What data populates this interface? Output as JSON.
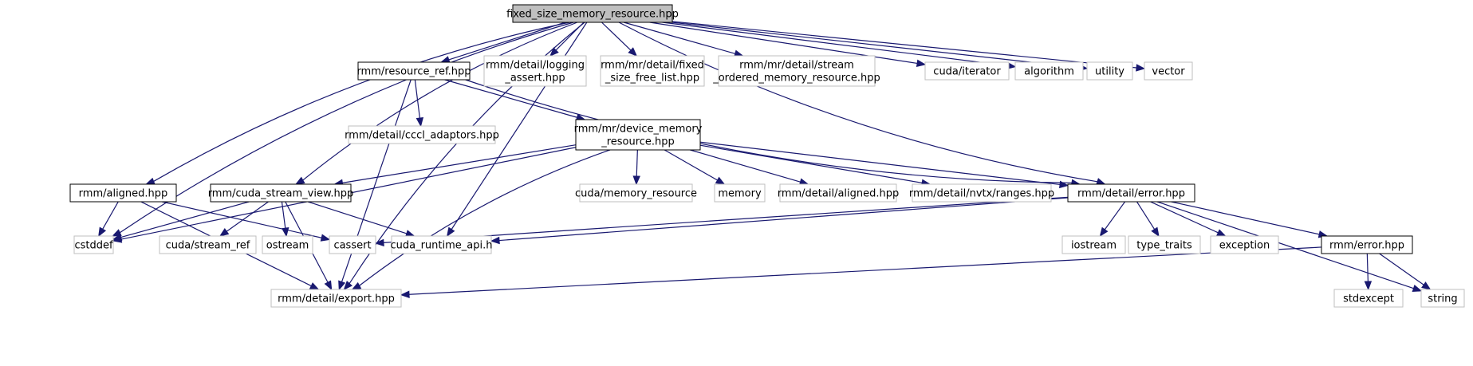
{
  "title": "fixed_size_memory_resource.hpp include dependency graph",
  "colors": {
    "edge": "#191970",
    "root_fill": "#bfbfbf",
    "documented_border": "#000000",
    "external_border": "#bfbfbf"
  },
  "nodes": [
    {
      "id": "root",
      "lines": [
        "fixed_size_memory_resource.hpp"
      ],
      "kind": "root"
    },
    {
      "id": "resource_ref",
      "lines": [
        "rmm/resource_ref.hpp"
      ],
      "kind": "doc"
    },
    {
      "id": "logging_assert",
      "lines": [
        "rmm/detail/logging",
        "_assert.hpp"
      ],
      "kind": "ext"
    },
    {
      "id": "fixed_size_free_list",
      "lines": [
        "rmm/mr/detail/fixed",
        "_size_free_list.hpp"
      ],
      "kind": "ext"
    },
    {
      "id": "stream_ordered",
      "lines": [
        "rmm/mr/detail/stream",
        "_ordered_memory_resource.hpp"
      ],
      "kind": "ext"
    },
    {
      "id": "cuda_iterator",
      "lines": [
        "cuda/iterator"
      ],
      "kind": "ext"
    },
    {
      "id": "algorithm",
      "lines": [
        "algorithm"
      ],
      "kind": "ext"
    },
    {
      "id": "utility",
      "lines": [
        "utility"
      ],
      "kind": "ext"
    },
    {
      "id": "vector",
      "lines": [
        "vector"
      ],
      "kind": "ext"
    },
    {
      "id": "cccl_adaptors",
      "lines": [
        "rmm/detail/cccl_adaptors.hpp"
      ],
      "kind": "ext"
    },
    {
      "id": "device_memory_resource",
      "lines": [
        "rmm/mr/device_memory",
        "_resource.hpp"
      ],
      "kind": "doc"
    },
    {
      "id": "aligned",
      "lines": [
        "rmm/aligned.hpp"
      ],
      "kind": "doc"
    },
    {
      "id": "cuda_stream_view",
      "lines": [
        "rmm/cuda_stream_view.hpp"
      ],
      "kind": "doc"
    },
    {
      "id": "cuda_memory_resource",
      "lines": [
        "cuda/memory_resource"
      ],
      "kind": "ext"
    },
    {
      "id": "memory",
      "lines": [
        "memory"
      ],
      "kind": "ext"
    },
    {
      "id": "detail_aligned",
      "lines": [
        "rmm/detail/aligned.hpp"
      ],
      "kind": "ext"
    },
    {
      "id": "nvtx_ranges",
      "lines": [
        "rmm/detail/nvtx/ranges.hpp"
      ],
      "kind": "ext"
    },
    {
      "id": "detail_error",
      "lines": [
        "rmm/detail/error.hpp"
      ],
      "kind": "doc"
    },
    {
      "id": "cstddef",
      "lines": [
        "cstddef"
      ],
      "kind": "ext"
    },
    {
      "id": "cuda_stream_ref",
      "lines": [
        "cuda/stream_ref"
      ],
      "kind": "ext"
    },
    {
      "id": "ostream",
      "lines": [
        "ostream"
      ],
      "kind": "ext"
    },
    {
      "id": "cassert",
      "lines": [
        "cassert"
      ],
      "kind": "ext"
    },
    {
      "id": "cuda_runtime_api",
      "lines": [
        "cuda_runtime_api.h"
      ],
      "kind": "ext"
    },
    {
      "id": "iostream",
      "lines": [
        "iostream"
      ],
      "kind": "ext"
    },
    {
      "id": "type_traits",
      "lines": [
        "type_traits"
      ],
      "kind": "ext"
    },
    {
      "id": "exception",
      "lines": [
        "exception"
      ],
      "kind": "ext"
    },
    {
      "id": "rmm_error",
      "lines": [
        "rmm/error.hpp"
      ],
      "kind": "doc"
    },
    {
      "id": "export",
      "lines": [
        "rmm/detail/export.hpp"
      ],
      "kind": "ext"
    },
    {
      "id": "stdexcept",
      "lines": [
        "stdexcept"
      ],
      "kind": "ext"
    },
    {
      "id": "string",
      "lines": [
        "string"
      ],
      "kind": "ext"
    }
  ],
  "edges": [
    [
      "root",
      "resource_ref"
    ],
    [
      "root",
      "logging_assert"
    ],
    [
      "root",
      "fixed_size_free_list"
    ],
    [
      "root",
      "stream_ordered"
    ],
    [
      "root",
      "cuda_iterator"
    ],
    [
      "root",
      "algorithm"
    ],
    [
      "root",
      "utility"
    ],
    [
      "root",
      "vector"
    ],
    [
      "root",
      "aligned"
    ],
    [
      "root",
      "cuda_stream_view"
    ],
    [
      "root",
      "cstddef"
    ],
    [
      "root",
      "export"
    ],
    [
      "root",
      "cuda_runtime_api"
    ],
    [
      "root",
      "detail_error"
    ],
    [
      "resource_ref",
      "cccl_adaptors"
    ],
    [
      "resource_ref",
      "device_memory_resource"
    ],
    [
      "resource_ref",
      "detail_error"
    ],
    [
      "resource_ref",
      "export"
    ],
    [
      "device_memory_resource",
      "cuda_stream_view"
    ],
    [
      "device_memory_resource",
      "cstddef"
    ],
    [
      "device_memory_resource",
      "cuda_memory_resource"
    ],
    [
      "device_memory_resource",
      "memory"
    ],
    [
      "device_memory_resource",
      "detail_aligned"
    ],
    [
      "device_memory_resource",
      "nvtx_ranges"
    ],
    [
      "device_memory_resource",
      "detail_error"
    ],
    [
      "device_memory_resource",
      "export"
    ],
    [
      "aligned",
      "cstddef"
    ],
    [
      "aligned",
      "cassert"
    ],
    [
      "aligned",
      "export"
    ],
    [
      "cuda_stream_view",
      "cstddef"
    ],
    [
      "cuda_stream_view",
      "cuda_stream_ref"
    ],
    [
      "cuda_stream_view",
      "ostream"
    ],
    [
      "cuda_stream_view",
      "cuda_runtime_api"
    ],
    [
      "cuda_stream_view",
      "export"
    ],
    [
      "detail_error",
      "cassert"
    ],
    [
      "detail_error",
      "cuda_runtime_api"
    ],
    [
      "detail_error",
      "iostream"
    ],
    [
      "detail_error",
      "type_traits"
    ],
    [
      "detail_error",
      "exception"
    ],
    [
      "detail_error",
      "rmm_error"
    ],
    [
      "detail_error",
      "string"
    ],
    [
      "rmm_error",
      "export"
    ],
    [
      "rmm_error",
      "stdexcept"
    ],
    [
      "rmm_error",
      "string"
    ]
  ]
}
